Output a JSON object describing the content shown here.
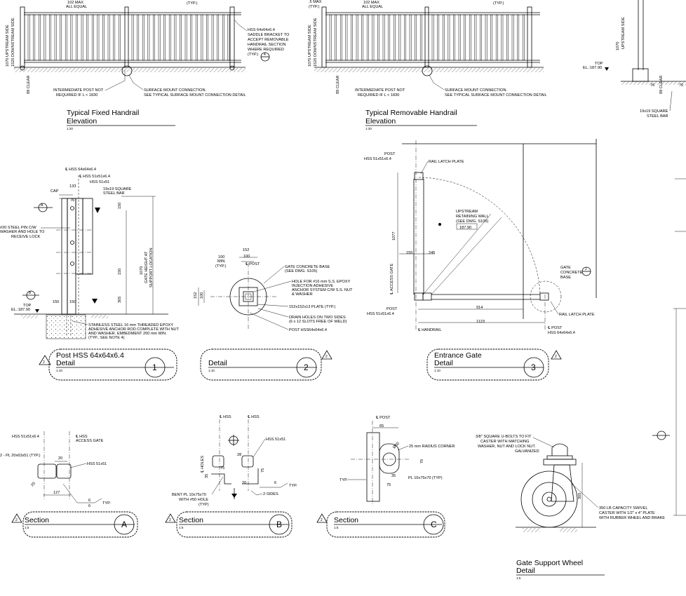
{
  "elevations": {
    "fixed": {
      "title": "Typical Fixed Handrail",
      "subtitle": "Elevation",
      "scale": "1:20",
      "notes": {
        "max_spacing": "102 MAX",
        "all_equal": "ALL EQUAL",
        "typ": "(TYP.)",
        "side_label": "1070 UPSTREAM SIDE",
        "side_label2": "1525 DOWNSTREAM SIDE",
        "clear": "89 CLEAR",
        "intermediate_post": "INTERMEDIATE POST NOT",
        "intermediate_post2": "REQUIRED IF L < 1830",
        "surface_mount": "SURFACE MOUNT CONNECTION.",
        "surface_mount2": "SEE TYPICAL SURFACE MOUNT CONNECTION DETAIL",
        "saddle1": "HSS 64x64x6.4",
        "saddle2": "SADDLE BRACKET TO",
        "saddle3": "ACCEPT REMOVABLE",
        "saddle4": "HANDRAIL SECTION",
        "saddle5": "WHERE REQUIRED",
        "saddle6": "(TYP.)",
        "saddle_ref": "4"
      }
    },
    "removable": {
      "title": "Typical Removable Handrail",
      "subtitle": "Elevation",
      "scale": "1:20",
      "notes": {
        "max_spacing": ".5 MAX",
        "typ": "(TYP.)",
        "max_spacing2": "102 MAX",
        "all_equal": "ALL EQUAL",
        "side_label": "1070 UPSTREAM SIDE",
        "side_label2": "1525 DOWNSTREAM SIDE",
        "clear": "89 CLEAR",
        "intermediate_post": "INTERMEDIATE POST NOT",
        "intermediate_post2": "REQUIRED IF L < 1830",
        "surface_mount": "SURFACE MOUNT CONNECTION.",
        "surface_mount2": "SEE TYPICAL SURFACE MOUNT CONNECTION DETAIL"
      }
    },
    "partial_right": {
      "top_el": "TOP",
      "el_value": "EL.:187.90",
      "upstream": "UPSTREAM SIDE",
      "height": "1070",
      "clear": "89 CLEAR",
      "dim_76": "76",
      "bar": "19x19 SQUARE",
      "bar2": "STEEL BAR"
    }
  },
  "details": {
    "d1": {
      "title": "Post HSS 64x64x6.4",
      "subtitle": "Detail",
      "scale": "1:10",
      "number": "1",
      "rev": "2",
      "notes": {
        "hss1": "℄ HSS 64x64x6.4",
        "hss2": "℄ HSS 51x51x6.4",
        "hss3": "HSS 51x51",
        "dim133": "133",
        "bar1": "19x19 SQUARE",
        "bar2": "STEEL BAR",
        "cap": "CAP",
        "dim76": "76",
        "pin1": "#20 STEEL PIN C/W",
        "pin2": "WASHER AND HOLE TO",
        "pin3": "RECEIVE LOCK",
        "dim150a": "150",
        "dim150b": "150",
        "dim305": "305",
        "gate_height": "1070",
        "gate_height2": "GATE HEIGHT AT",
        "gate_height3": "SUPPORT LOCATION",
        "top": "TOP",
        "el": "EL.:187.90",
        "dim150c": "150",
        "dim150d": "150",
        "anchor1": "STAINLESS STEEL 16 mm THREADED EPOXY",
        "anchor2": "ADHESIVE ANCHOR ROD COMPLETE WITH NUT",
        "anchor3": "AND WASHER. EMBEDMENT 200 mm MIN.",
        "anchor4": "(TYP., SEE NOTE 4)",
        "ref_a": "A",
        "ref_b": "B"
      }
    },
    "d2": {
      "title": "Detail",
      "scale": "1:10",
      "number": "2",
      "rev": "2",
      "notes": {
        "dim152": "152",
        "dim100": "100",
        "post": "℄ POST",
        "min1": "100",
        "min2": "MIN.",
        "min3": "(TYP.)",
        "dim152v": "152",
        "dim100v": "100",
        "base1": "GATE CONCRETE BASE",
        "base2": "(SEE DWG. S105)",
        "hole1": "HOLE FOR #16 mm S.S. EPOXY",
        "hole2": "INJECTION ADHESIVE",
        "hole3": "ANCHOR SYSTEM C/W S.S. NUT",
        "hole4": "& WASHER",
        "plate": "152x152x13 PLATE (TYP.)",
        "drain1": "DRAIN HOLES ON TWO SIDES",
        "drain2": "(6 x 12 SLOTS FREE OF WELD)",
        "post2": "POST HSS64x64x6.4"
      }
    },
    "d3": {
      "title": "Entrance Gate",
      "subtitle": "Detail",
      "scale": "1:10",
      "number": "3",
      "rev": "2",
      "notes": {
        "post1": "POST",
        "post2": "HSS 51x51x6.4",
        "latch": "RAIL LATCH PLATE",
        "wall1": "UPSTREAM",
        "wall2": "RETAINING WALL",
        "wall3": "(SEE DWG. S105)",
        "wall4": "187.90",
        "dim1077": "1077",
        "dim155": "155",
        "dim245": "245",
        "access": "℄ ACCESS GATE",
        "post3": "POST",
        "post4": "HSS 51x51x6.4",
        "dim914": "914",
        "dim1123": "1123",
        "handrail": "℄ HANDRAIL",
        "base1": "GATE",
        "base2": "CONCRETE",
        "base3": "BASE",
        "ref": "2",
        "latch2": "RAIL LATCH PLATE",
        "post5": "℄ POST",
        "post6": "HSS 64x64x6.4"
      }
    },
    "sa": {
      "title": "Section",
      "scale": "1:5",
      "letter": "A",
      "rev": "2",
      "notes": {
        "hss1": "HSS 51x51x6.4",
        "hss2": "℄ HSS",
        "hss3": "ACCESS GATE",
        "pl": "2 - PL 20x63x51 (TYP.)",
        "dim20": "20",
        "hss4": "HSS 51x51",
        "dim20b": "20",
        "dim127": "127",
        "w6a": "6",
        "w6b": "6",
        "typ": "TYP."
      }
    },
    "sb": {
      "title": "Section",
      "scale": "1:5",
      "letter": "B",
      "rev": "2",
      "notes": {
        "hss1": "℄ HSS",
        "hss2": "℄ HSS",
        "hss3": "HSS 51x51",
        "holes": "℄ HOLES",
        "dim28": "28",
        "dim75a": "75",
        "dim35": "35",
        "dim75b": "75",
        "dim20": "20",
        "w6": "6",
        "typ": "TYP.",
        "bent1": "BENT PL 10x75x70",
        "bent2": "WITH #50 HOLE",
        "bent3": "(TYP)",
        "sides": "2-SIDES"
      }
    },
    "sc": {
      "title": "Section",
      "scale": "1:5",
      "letter": "C",
      "rev": "2",
      "notes": {
        "post": "℄ POST",
        "dim65": "65",
        "dia": "Ø50",
        "corner": "25 mm RADIUS CORNER",
        "dim70": "70",
        "dim35": "35",
        "dim75": "75",
        "pl": "PL 10x75x70 (TYP)",
        "typ": "TYP."
      }
    },
    "wheel": {
      "title": "Gate Support Wheel",
      "subtitle": "Detail",
      "scale": "1:5",
      "notes": {
        "ubolt1": "3/8\" SQUARE U-BOLTS TO FIT",
        "ubolt2": "CASTER WITH MATCHING",
        "ubolt3": "WASHER, NUT AND LOCK NUT.",
        "ubolt4": "GALVANIZED",
        "dim305": "305",
        "caster1": "350 LB CAPACITY SWIVEL",
        "caster2": "CASTER WITH 1/2\" x 4\" PLATE",
        "caster3": "WITH RUBBER WHEEL AND BRAKE"
      }
    }
  }
}
